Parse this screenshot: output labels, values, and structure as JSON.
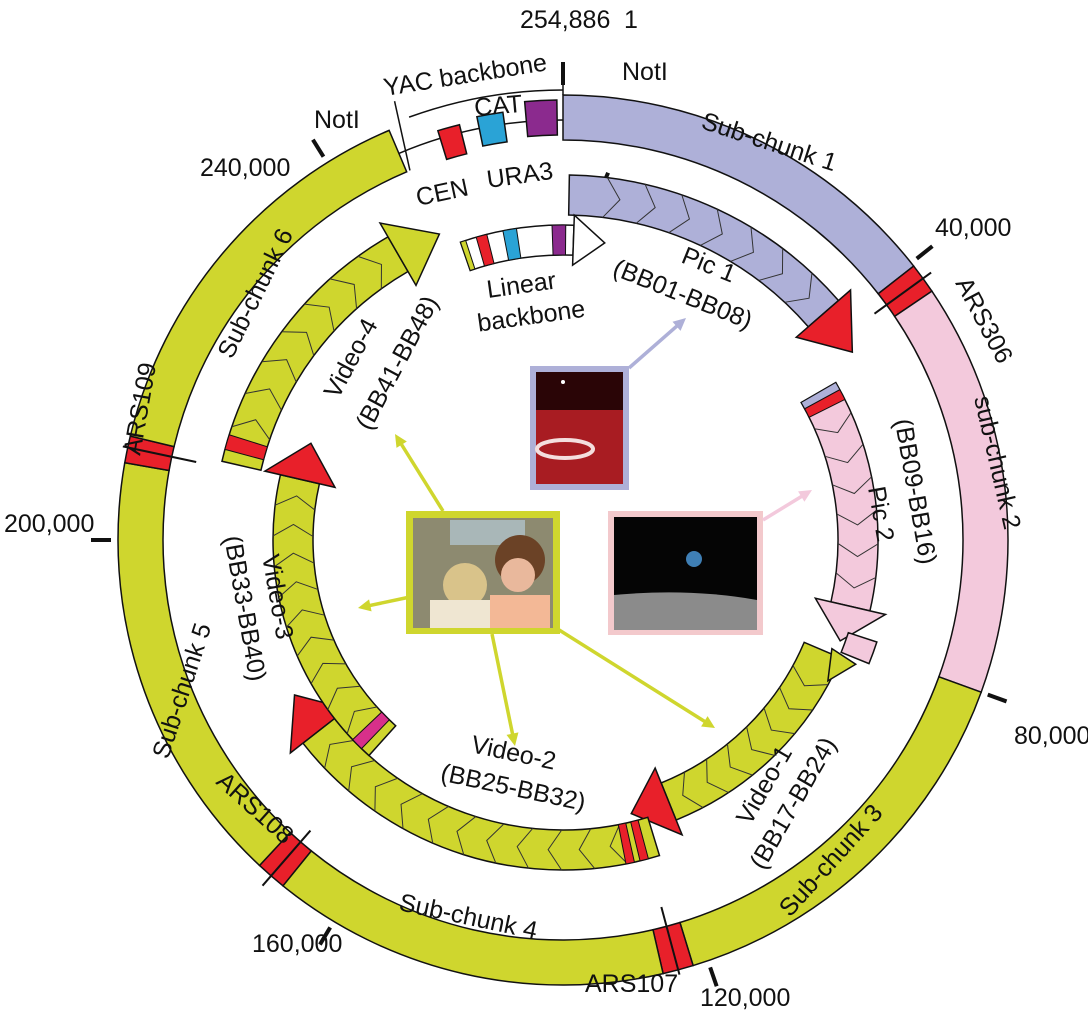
{
  "colors": {
    "chunk1": "#aeb0d8",
    "chunk2": "#f3c9dc",
    "chunk3to6": "#cfd62e",
    "ars": "#e8202a",
    "cen": "#e8202a",
    "ura3": "#2aa3d6",
    "cat": "#8b2a8e",
    "pink_stripe": "#d8308a"
  },
  "coordinates": {
    "end": "254,886",
    "start": "1",
    "t40k": "40,000",
    "t80k": "80,000",
    "t120k": "120,000",
    "t160k": "160,000",
    "t200k": "200,000",
    "t240k": "240,000"
  },
  "backbone": {
    "yac": "YAC backbone",
    "noti_right": "NotI",
    "noti_left": "NotI",
    "cat": "CAT",
    "cen": "CEN",
    "ura3": "URA3",
    "linear_1": "Linear",
    "linear_2": "backbone"
  },
  "ars": {
    "ars306": "ARS306",
    "ars107": "ARS107",
    "ars108": "ARS108",
    "ars109": "ARS109"
  },
  "subchunks": {
    "s1": "Sub-chunk 1",
    "s2": "sub-chunk 2",
    "s3": "Sub-chunk 3",
    "s4": "Sub-chunk 4",
    "s5": "Sub-chunk 5",
    "s6": "Sub-chunk 6"
  },
  "files": {
    "pic1_name": "Pic 1",
    "pic1_range": "(BB01-BB08)",
    "pic2_name": "Pic 2",
    "pic2_range": "(BB09-BB16)",
    "video1_name": "Video-1",
    "video1_range": "(BB17-BB24)",
    "video2_name": "Video-2",
    "video2_range": "(BB25-BB32)",
    "video3_name": "Video-3",
    "video3_range": "(BB33-BB40)",
    "video4_name": "Video-4",
    "video4_range": "(BB41-BB48)"
  }
}
